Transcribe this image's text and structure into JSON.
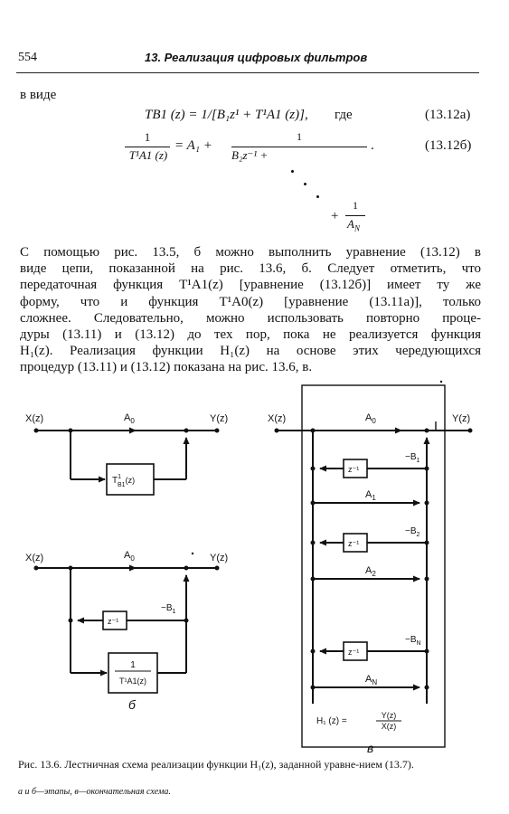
{
  "header": {
    "page_number": "554",
    "chapter_title": "13. Реализация цифровых фильтров"
  },
  "intro": "в виде",
  "equations": {
    "eq_a_lhs": "T",
    "eq_a_body": "B1 (z) = 1/[B₁z¹ + T¹A1 (z)],",
    "eq_a_where": "где",
    "eq_a_number": "(13.12а)",
    "eq_b_num": "1",
    "eq_b_den": "T¹A1 (z)",
    "eq_b_rhs": "= A₁ +",
    "eq_b_frac_num": "1",
    "eq_b_frac_den": "B₂z⁻¹ +",
    "eq_b_number": "(13.12б)",
    "eq_b_last_num": "1",
    "eq_b_last_den": "A",
    "eq_b_last_sub": "N",
    "eq_b_last_plus": "+"
  },
  "paragraph": [
    "С помощью рис. 13.5, б можно выполнить уравнение (13.12) в",
    "виде цепи, показанной на рис. 13.6, б. Следует отметить, что",
    "передаточная функция T¹A1(z) [уравнение (13.12б)] имеет ту же",
    "форму, что и функция T¹A0(z) [уравнение (13.11а)], только",
    "сложнее. Следовательно, можно использовать повторно проце-",
    "дуры (13.11) и (13.12) до тех пор, пока не реализуется функция",
    "H₁(z). Реализация функции H₁(z) на основе этих чередующихся",
    "процедур (13.11) и (13.12) показана на рис. 13.6, в."
  ],
  "figure": {
    "a": {
      "input": "X(z)",
      "output": "Y(z)",
      "top_label": "A",
      "top_sub": "0",
      "box": "T",
      "box_sup": "1",
      "box_sub": "B1",
      "box_arg": "(z)"
    },
    "b": {
      "input": "X(z)",
      "output": "Y(z)",
      "top_label": "A",
      "top_sub": "0",
      "delay": "z⁻¹",
      "gain": "−B",
      "gain_sub": "1",
      "box_num": "1",
      "box_den": "T¹A1(z)",
      "sublabel": "б"
    },
    "c": {
      "input": "X(z)",
      "output": "Y(z)",
      "stages": [
        {
          "label": "A",
          "sub": "0"
        },
        {
          "label": "A",
          "sub": "1"
        },
        {
          "label": "A",
          "sub": "2"
        },
        {
          "label": "A",
          "sub": "N"
        }
      ],
      "delays": [
        "z⁻¹",
        "z⁻¹",
        "z⁻¹"
      ],
      "gains": [
        {
          "label": "−B",
          "sub": "1"
        },
        {
          "label": "−B",
          "sub": "2"
        },
        {
          "label": "−B",
          "sub": "N"
        }
      ],
      "formula_lhs": "H₁ (z) =",
      "formula_num": "Y(z)",
      "formula_den": "X(z)",
      "sublabel": "в"
    }
  },
  "caption": "Рис. 13.6. Лестничная схема реализации функции H₁(z), заданной уравне-нием (13.7).",
  "note": "а и б—этапы, в—окончательная схема."
}
